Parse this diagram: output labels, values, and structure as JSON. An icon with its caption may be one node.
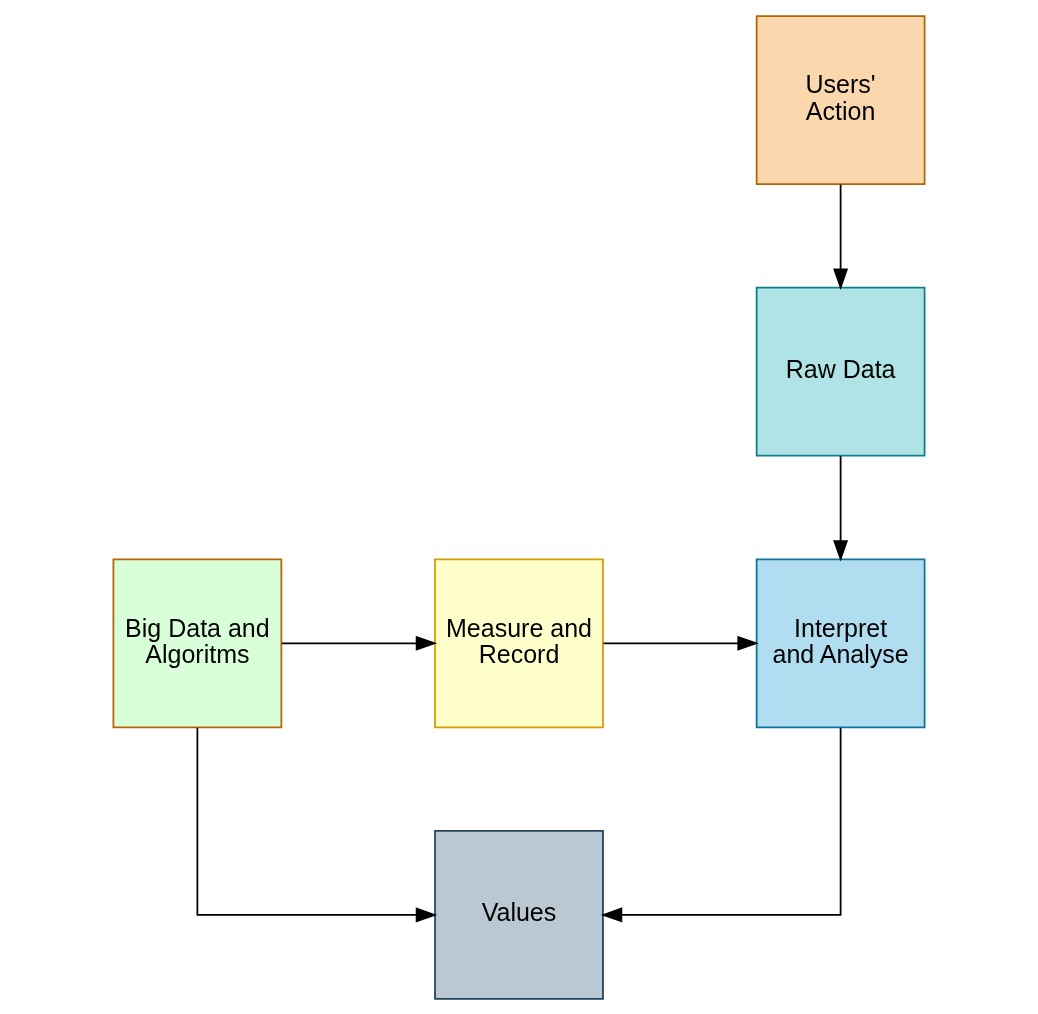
{
  "diagram": {
    "nodes": [
      {
        "text": [
          "Users' Action"
        ]
      },
      {
        "text": [
          "Raw Data"
        ]
      },
      {
        "text": [
          "Interpret and Analyse"
        ]
      },
      {
        "text": [
          "Measure and Record"
        ]
      },
      {
        "text": [
          "Big Data and Algoritms"
        ]
      },
      {
        "text": [
          "Values"
        ]
      }
    ],
    "edges": [
      {
        "from": 0,
        "to": 1,
        "arrow": "to"
      },
      {
        "from": 1,
        "to": 2,
        "arrow": "to"
      },
      {
        "from": 3,
        "to": 2,
        "arrow": "to"
      },
      {
        "from": 4,
        "to": 3,
        "arrow": "to"
      },
      {
        "from": 2,
        "to": 5,
        "arrow": "to"
      },
      {
        "from": 4,
        "to": 5,
        "arrow": "to"
      }
    ]
  }
}
